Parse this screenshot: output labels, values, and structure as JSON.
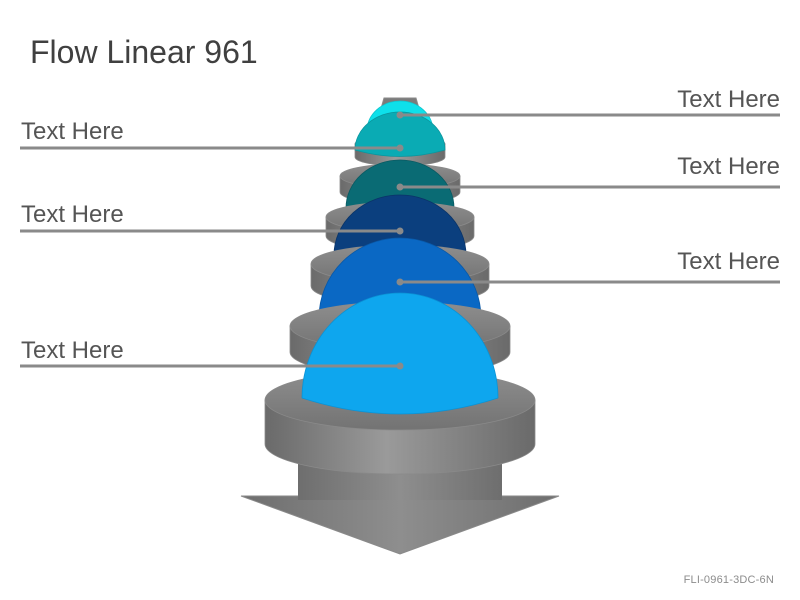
{
  "title": "Flow Linear 961",
  "code": "FLI-0961-3DC-6N",
  "labels": [
    {
      "text": "Text Here",
      "side": "right"
    },
    {
      "text": "Text Here",
      "side": "left"
    },
    {
      "text": "Text Here",
      "side": "right"
    },
    {
      "text": "Text Here",
      "side": "left"
    },
    {
      "text": "Text Here",
      "side": "right"
    },
    {
      "text": "Text Here",
      "side": "left"
    }
  ],
  "colors": {
    "dome_1": "#0ee0ea",
    "dome_2": "#0aabb4",
    "dome_3": "#0a6b74",
    "dome_4": "#0b3f7e",
    "dome_5": "#0a68c4",
    "dome_6": "#0ea6ee",
    "disc": "#7b7b7b",
    "leader": "#8a8a8a"
  }
}
